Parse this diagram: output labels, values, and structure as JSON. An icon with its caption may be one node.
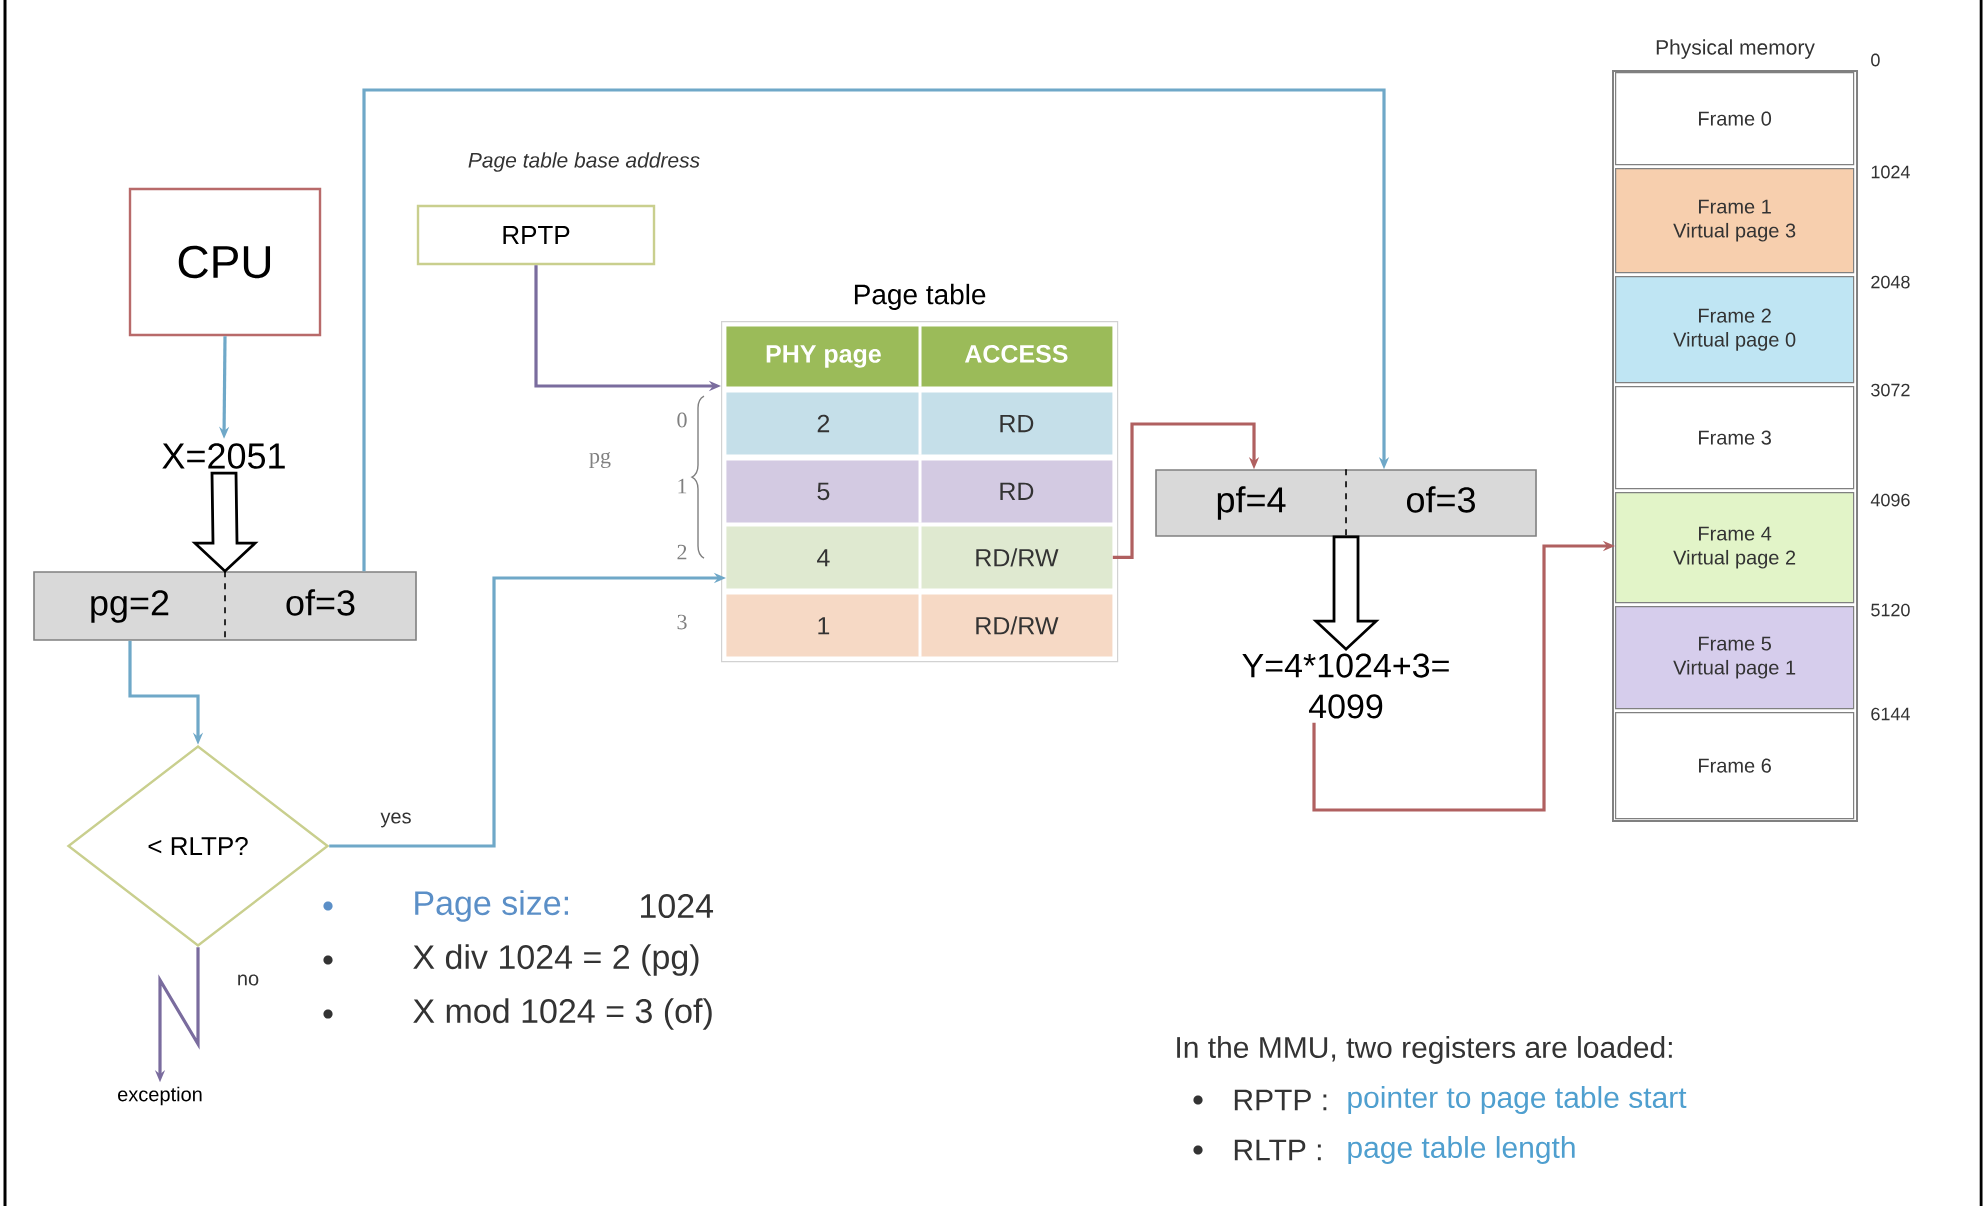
{
  "diagram": {
    "nodes": [
      {
        "text": [
          "CPU"
        ]
      },
      {
        "text": [
          "X=2051"
        ]
      },
      {
        "text": [
          "pg=2",
          "of=3"
        ]
      },
      {
        "text": [
          "< RLTP?"
        ]
      },
      {
        "text": [
          "exception"
        ]
      },
      {
        "text": [
          "RPTP"
        ],
        "beside": [
          "Page table base address"
        ]
      },
      {
        "text": [
          "Page table"
        ]
      },
      {
        "text": [
          "PHY page",
          "ACCESS"
        ],
        "in": 6
      },
      {
        "text": [
          "2",
          "RD"
        ],
        "in": 6
      },
      {
        "text": [
          "5",
          "RD"
        ],
        "in": 6
      },
      {
        "text": [
          "4",
          "RD/RW"
        ],
        "in": 6
      },
      {
        "text": [
          "1",
          "RD/RW"
        ],
        "in": 6
      },
      {
        "text": [
          "pf=4",
          "of=3"
        ]
      },
      {
        "text": [
          "Y=4*1024+3= 4099"
        ]
      },
      {
        "text": [
          "Physical memory"
        ]
      },
      {
        "text": [
          "Frame 0"
        ],
        "in": 14
      },
      {
        "text": [
          "Frame 1",
          "Virtual page 3"
        ],
        "in": 14
      },
      {
        "text": [
          "Frame 2",
          "Virtual page 0"
        ],
        "in": 14
      },
      {
        "text": [
          "Frame 3"
        ],
        "in": 14
      },
      {
        "text": [
          "Frame 4",
          "Virtual page 2"
        ],
        "in": 14
      },
      {
        "text": [
          "Frame 5",
          "Virtual page 1"
        ],
        "in": 14
      },
      {
        "text": [
          "Frame 6"
        ],
        "in": 14
      }
    ],
    "edges": [
      {
        "from": 0,
        "to": 1,
        "arrow": "to"
      },
      {
        "from": 1,
        "to": 2,
        "arrow": "to",
        "color": "#000000"
      },
      {
        "from": 2,
        "to": 3,
        "arrow": "to"
      },
      {
        "from": 2,
        "to": 12,
        "arrow": "to"
      },
      {
        "from": 3,
        "to": 10,
        "arrow": "to",
        "label": "yes"
      },
      {
        "from": 3,
        "to": 4,
        "arrow": "to",
        "label": "no",
        "color": "#7a6c9e"
      },
      {
        "from": 5,
        "to": 6,
        "arrow": "to",
        "color": "#7a6c9e"
      },
      {
        "from": 10,
        "to": 12,
        "arrow": "to",
        "color": "#b06060"
      },
      {
        "from": 12,
        "to": 13,
        "arrow": "to",
        "color": "#000000"
      },
      {
        "from": 13,
        "to": 19,
        "arrow": "to",
        "color": "#b06060"
      }
    ],
    "labels": [
      "pg",
      "0",
      "1",
      "2",
      "3",
      "0",
      "1024",
      "2048",
      "3072",
      "4096",
      "5120",
      "6144",
      "Page size:",
      "1024",
      "X div 1024 = 2 (pg)",
      "X mod 1024 = 3 (of)",
      "In the MMU, two registers are loaded:",
      "RPTP :",
      "pointer to page table start",
      "RLTP :",
      "page table length"
    ]
  }
}
